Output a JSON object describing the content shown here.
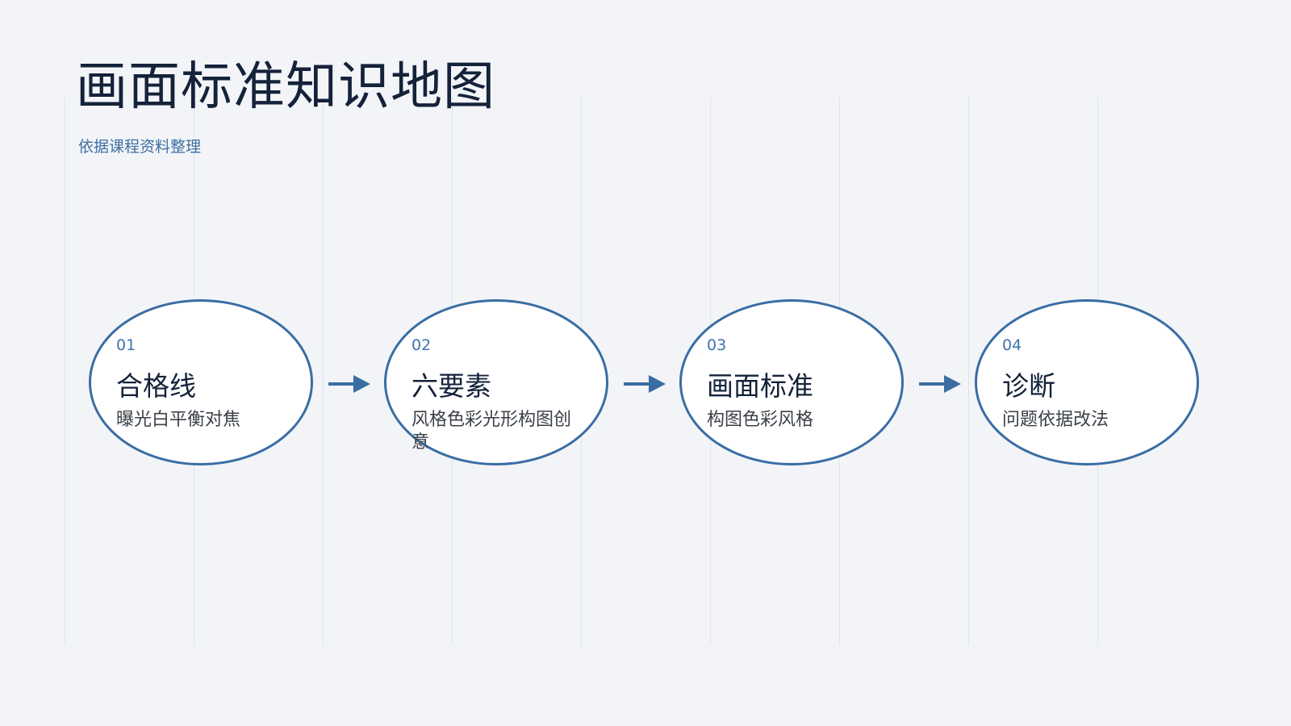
{
  "page": {
    "title": "画面标准知识地图",
    "subtitle": "依据课程资料整理"
  },
  "steps": [
    {
      "number": "01",
      "title": "合格线",
      "description": "曝光白平衡对焦"
    },
    {
      "number": "02",
      "title": "六要素",
      "description": "风格色彩光形构图创意"
    },
    {
      "number": "03",
      "title": "画面标准",
      "description": "构图色彩风格"
    },
    {
      "number": "04",
      "title": "诊断",
      "description": "问题依据改法"
    }
  ],
  "colors": {
    "background": "#f2f4f7",
    "accent": "#3a6da4",
    "title": "#14223a",
    "body_text": "#3b4047"
  }
}
